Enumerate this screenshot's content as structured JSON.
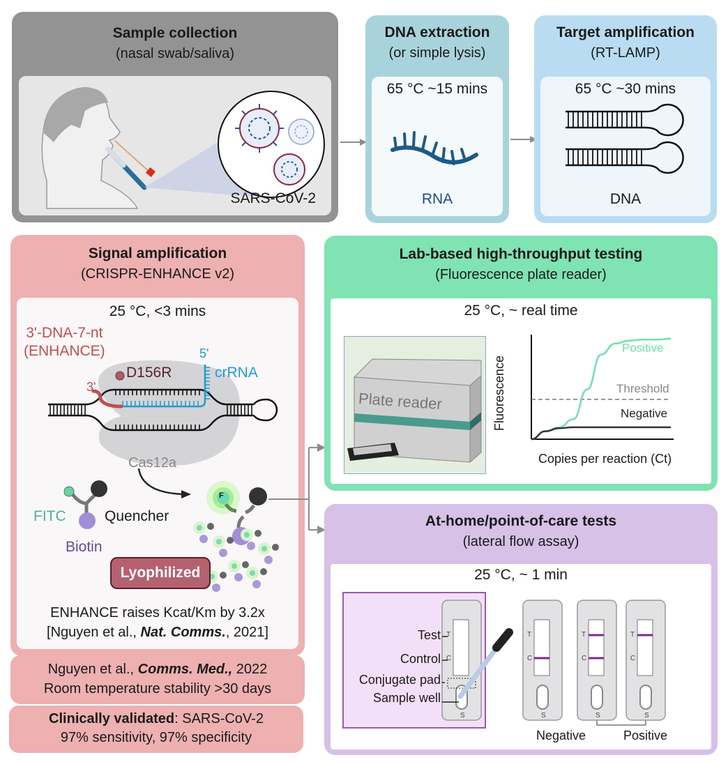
{
  "colors": {
    "sample": "#939393",
    "sample_inner": "#e6e6e6",
    "extraction": "#a9d3dc",
    "extraction_inner": "#f4f9fb",
    "amplification": "#b9dcf2",
    "amplification_inner": "#eef5fb",
    "signal": "#eeb0b0",
    "signal_inner": "#faf7f8",
    "lab": "#7fe3b3",
    "home": "#d7c1e7",
    "rna": "#1e5a86",
    "enhance_red": "#c0504d",
    "crrna_blue": "#1f9ad6",
    "fitc_green": "#4cb683",
    "biotin_purple": "#6a5ca8",
    "lyophilized_badge": "#b5616f",
    "positive_curve": "#6fe0ad",
    "test_line": "#7b2b8f"
  },
  "sample_collection": {
    "title": "Sample collection",
    "subtitle": "(nasal swab/saliva)",
    "virus_label": "SARS-CoV-2"
  },
  "dna_extraction": {
    "title": "DNA extraction",
    "subtitle": "(or simple lysis)",
    "condition": "65 °C ~15 mins",
    "label": "RNA"
  },
  "target_amplification": {
    "title": "Target amplification",
    "subtitle": "(RT-LAMP)",
    "condition": "65 °C ~30 mins",
    "label": "DNA"
  },
  "signal_amplification": {
    "title": "Signal amplification",
    "subtitle": "(CRISPR-ENHANCE v2)",
    "condition": "25 °C, <3 mins",
    "enhance_label_1": "3'-DNA-7-nt",
    "enhance_label_2": "(ENHANCE)",
    "mutation": "D156R",
    "three_prime": "3'",
    "five_prime": "5'",
    "crrna": "crRNA",
    "cas": "Cas12a",
    "fitc": "FITC",
    "quencher": "Quencher",
    "biotin": "Biotin",
    "f_glyph": "F",
    "badge": "Lyophilized",
    "kcat_line": "ENHANCE raises Kcat/Km by 3.2x",
    "ref1_pre": "[Nguyen et al., ",
    "ref1_journal": "Nat. Comms.",
    "ref1_post": ", 2021]"
  },
  "stability": {
    "ref_pre": "Nguyen et al., ",
    "ref_journal": "Comms. Med.,",
    "ref_post": " 2022",
    "line2": "Room temperature stability >30 days"
  },
  "clinical": {
    "bold": "Clinically validated",
    "rest": ": SARS-CoV-2",
    "line2": "97% sensitivity, 97% specificity"
  },
  "lab_testing": {
    "title": "Lab-based high-throughput testing",
    "subtitle": "(Fluorescence plate reader)",
    "condition": "25 °C, ~ real time",
    "instrument_label": "Plate reader"
  },
  "chart_data": {
    "type": "line",
    "title": "",
    "xlabel": "Copies per reaction (Ct)",
    "ylabel": "Fluorescence",
    "x": [
      0,
      1,
      2,
      3,
      4,
      5,
      6,
      7,
      8,
      9,
      10
    ],
    "series": [
      {
        "name": "Positive",
        "values": [
          0.0,
          0.08,
          0.12,
          0.2,
          0.5,
          0.85,
          0.96,
          0.99,
          1.0,
          1.0,
          1.01
        ]
      },
      {
        "name": "Negative",
        "values": [
          0.0,
          0.08,
          0.11,
          0.12,
          0.12,
          0.12,
          0.12,
          0.12,
          0.12,
          0.12,
          0.12
        ]
      }
    ],
    "threshold": {
      "name": "Threshold",
      "value": 0.4
    },
    "xlim": [
      0,
      10
    ],
    "ylim": [
      0,
      1.05
    ],
    "grid": false,
    "ticks_shown": false,
    "legend": "inline-right"
  },
  "home_testing": {
    "title": "At-home/point-of-care tests",
    "subtitle": "(lateral flow assay)",
    "condition": "25 °C, ~ 1 min",
    "callouts": [
      "Test",
      "Control",
      "Conjugate pad",
      "Sample well"
    ],
    "strip_letters": {
      "t": "T",
      "c": "C",
      "s": "S"
    },
    "result_negative": "Negative",
    "result_positive": "Positive"
  }
}
